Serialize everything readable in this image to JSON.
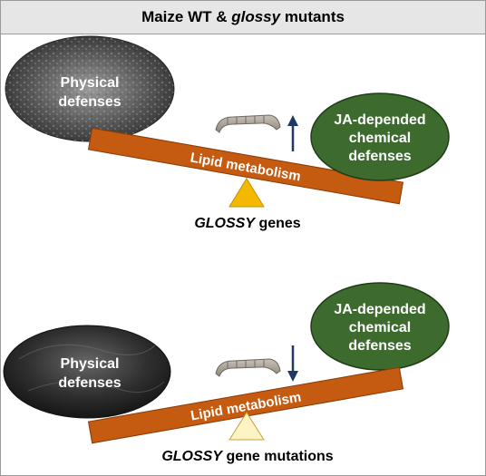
{
  "header": {
    "title_prefix": "Maize WT & ",
    "title_italic": "glossy",
    "title_suffix": " mutants"
  },
  "colors": {
    "beam": "#c55a11",
    "beam_stroke": "#8a3a05",
    "ellipse_green": "#3d6b2e",
    "ellipse_green_stroke": "#1f3d17",
    "fulcrum_wt": "#f5b800",
    "fulcrum_mut": "#fdf3c4",
    "arrow": "#1f3864",
    "header_bg": "#e6e6e6"
  },
  "panel_wt": {
    "physical_line1": "Physical",
    "physical_line2": "defenses",
    "chemical_line1": "JA-depended",
    "chemical_line2": "chemical",
    "chemical_line3": "defenses",
    "beam_label": "Lipid metabolism",
    "footer_italic": "GLOSSY",
    "footer_rest": " genes",
    "arrow_direction": "up"
  },
  "panel_mut": {
    "physical_line1": "Physical",
    "physical_line2": "defenses",
    "chemical_line1": "JA-depended",
    "chemical_line2": "chemical",
    "chemical_line3": "defenses",
    "beam_label": "Lipid metabolism",
    "footer_italic": "GLOSSY",
    "footer_rest": " gene mutations",
    "arrow_direction": "down"
  }
}
